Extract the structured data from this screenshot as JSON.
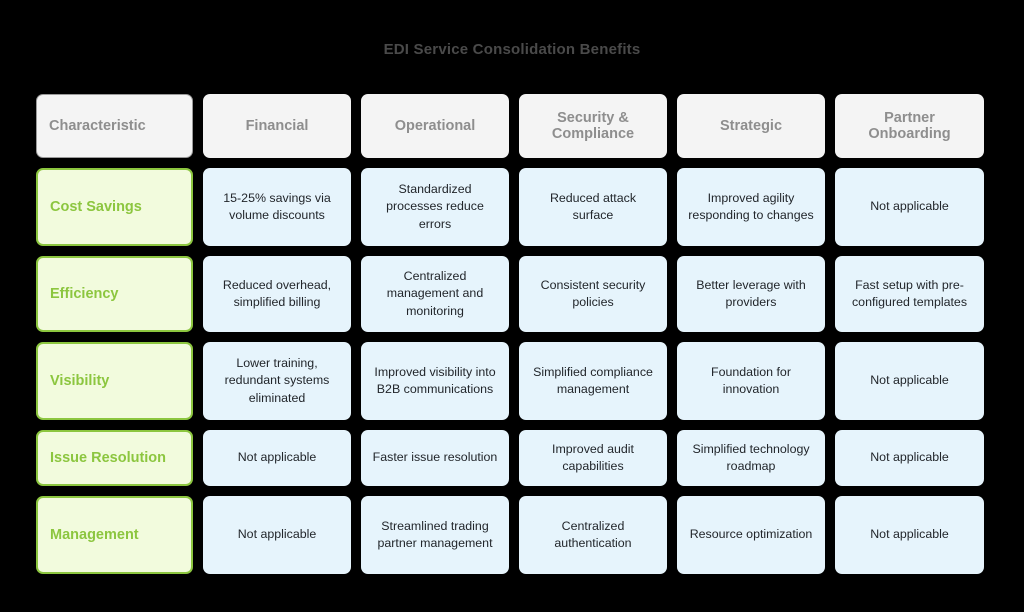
{
  "chart_data": {
    "type": "table",
    "title": "EDI Service Consolidation Benefits",
    "xlabel": "",
    "ylabel": "",
    "legend": [],
    "grid": false,
    "columns": [
      "Characteristic",
      "Financial",
      "Operational",
      "Security & Compliance",
      "Strategic",
      "Partner Onboarding"
    ],
    "rows": [
      {
        "label": "Cost Savings",
        "cells": [
          "15-25% savings via volume discounts",
          "Standardized processes reduce errors",
          "Reduced attack surface",
          "Improved agility responding to changes",
          "Not applicable"
        ]
      },
      {
        "label": "Efficiency",
        "cells": [
          "Reduced overhead, simplified billing",
          "Centralized management and monitoring",
          "Consistent security policies",
          "Better leverage with providers",
          "Fast setup with pre-configured templates"
        ]
      },
      {
        "label": "Visibility",
        "cells": [
          "Lower training, redundant systems eliminated",
          "Improved visibility into B2B communications",
          "Simplified compliance management",
          "Foundation for innovation",
          "Not applicable"
        ]
      },
      {
        "label": "Issue Resolution",
        "cells": [
          "Not applicable",
          "Faster issue resolution",
          "Improved audit capabilities",
          "Simplified technology roadmap",
          "Not applicable"
        ]
      },
      {
        "label": "Management",
        "cells": [
          "Not applicable",
          "Streamlined trading partner management",
          "Centralized authentication",
          "Resource optimization",
          "Not applicable"
        ]
      }
    ]
  },
  "colors": {
    "background": "#000000",
    "title_text": "#4a4a4a",
    "header_fill": "#f4f4f4",
    "header_text": "#8e8e8e",
    "header_corner_border": "#9a9a9a",
    "rowlabel_fill": "#f2fbdd",
    "rowlabel_border": "#8cc63f",
    "rowlabel_text": "#8cc63f",
    "data_fill": "#e6f4fc",
    "data_text": "#22262b"
  }
}
